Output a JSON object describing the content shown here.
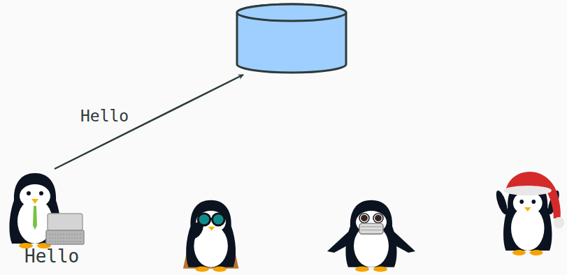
{
  "diagram": {
    "nodes": [
      {
        "text": [
          "Hello"
        ]
      },
      {
        "text": []
      }
    ],
    "edges": [
      {
        "from": 0,
        "to": 1,
        "label": "Hello",
        "arrow": "to"
      }
    ]
  }
}
